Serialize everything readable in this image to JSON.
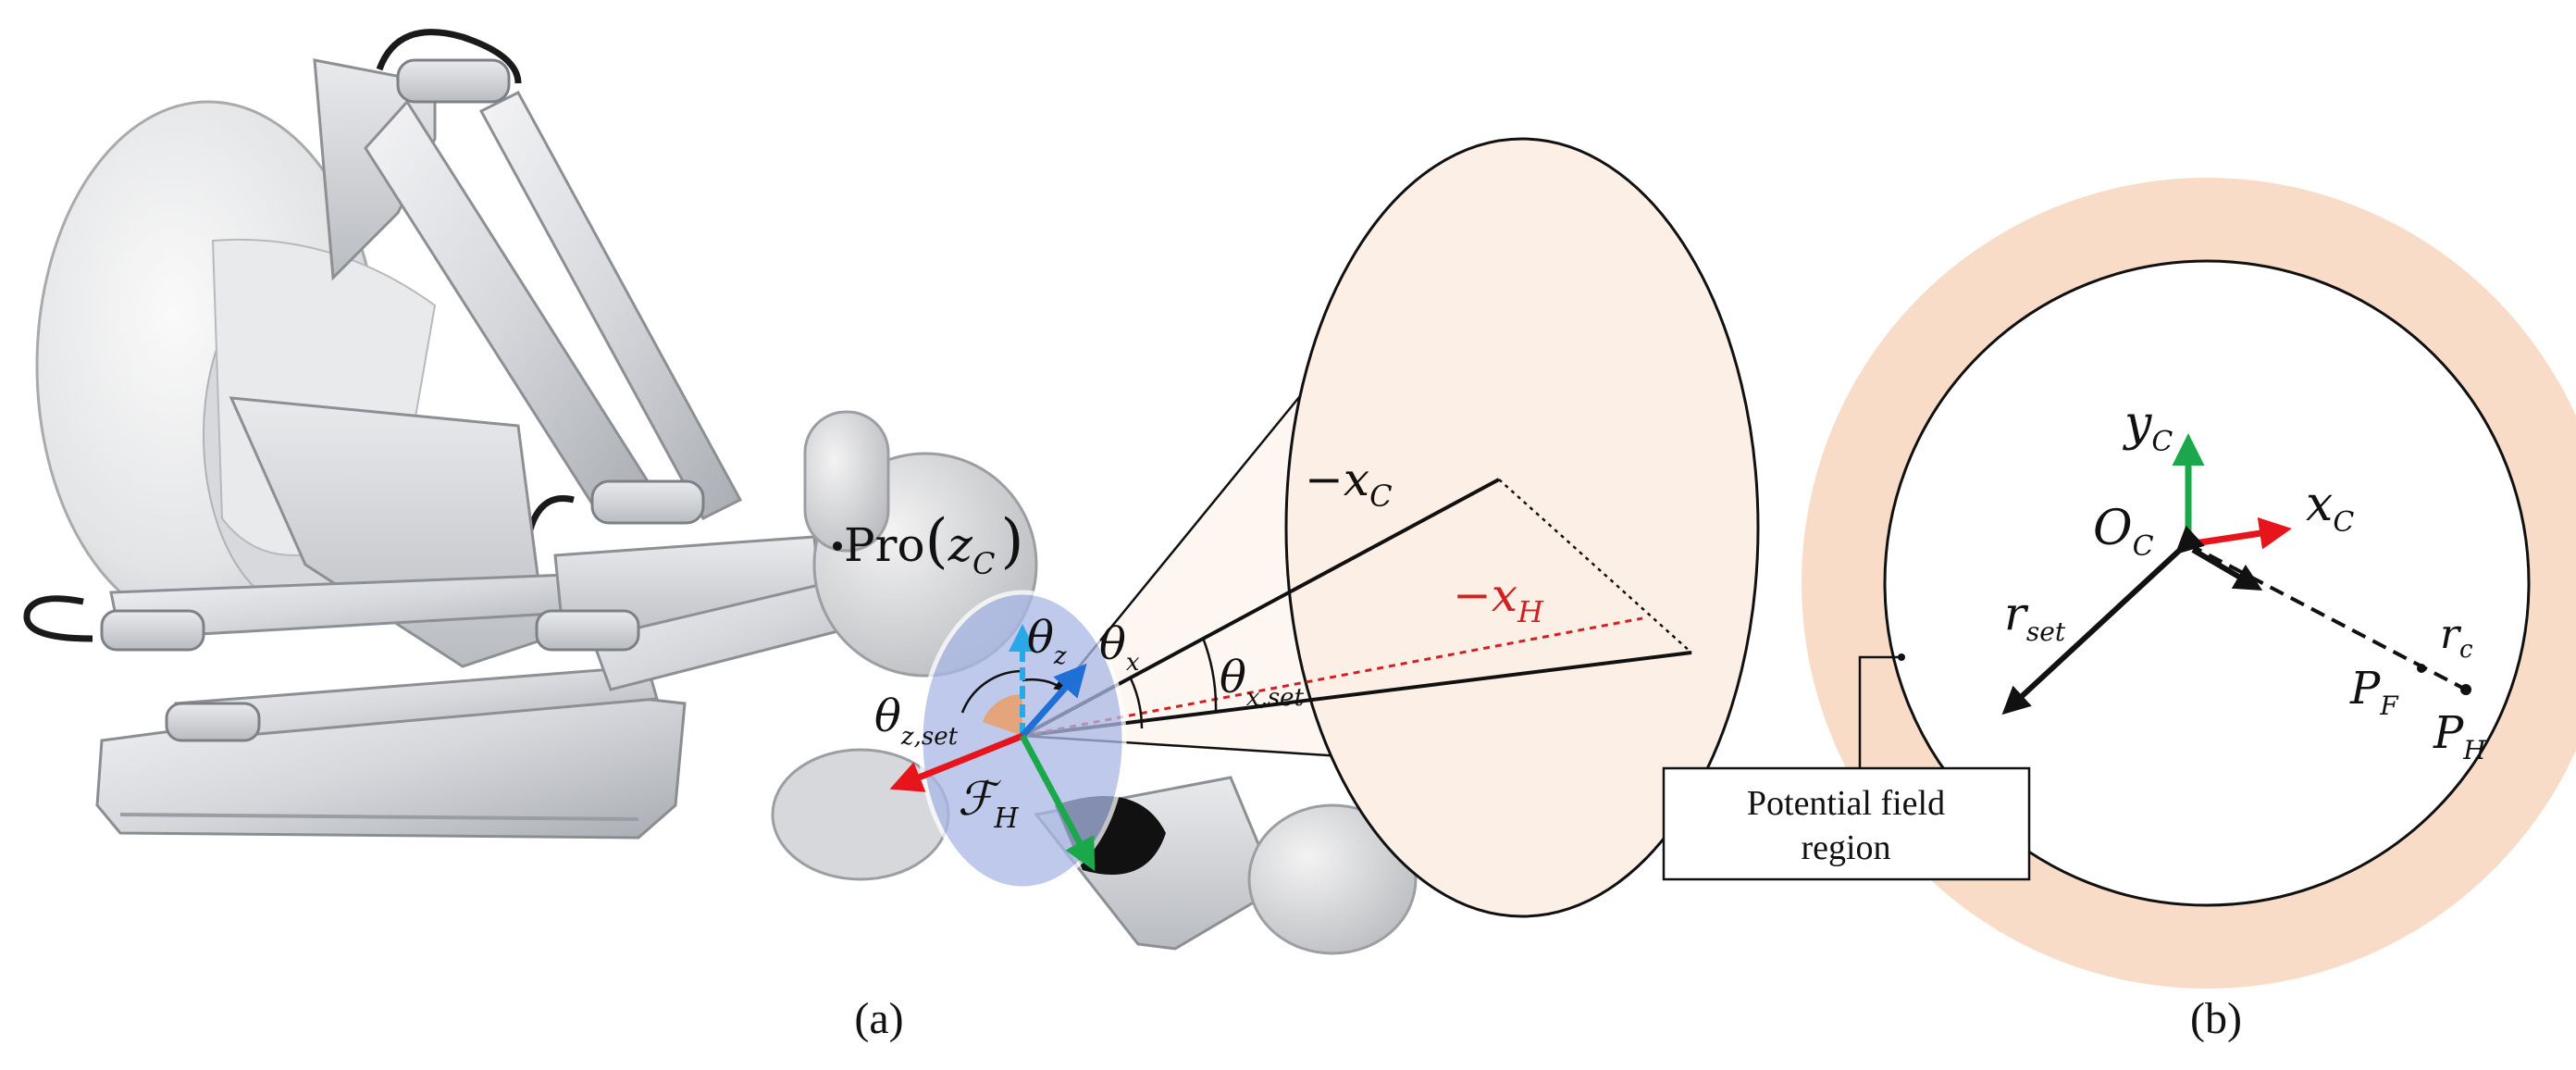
{
  "panel_a": {
    "caption": "(a)",
    "labels": {
      "pro_prefix": "Pro",
      "pro_var": "z",
      "pro_sub": "C",
      "neg_xc": "−x",
      "neg_xc_sub": "C",
      "neg_xh": "−x",
      "neg_xh_sub": "H",
      "theta_z": "θ",
      "theta_z_sub": "z",
      "theta_x": "θ",
      "theta_x_sub": "x",
      "theta_xset": "θ",
      "theta_xset_sub": "x,set",
      "theta_zset": "θ",
      "theta_zset_sub": "z,set",
      "frame": "ℱ",
      "frame_sub": "H"
    }
  },
  "panel_b": {
    "caption": "(b)",
    "labels": {
      "yc": "y",
      "yc_sub": "C",
      "xc": "x",
      "xc_sub": "C",
      "oc": "O",
      "oc_sub": "C",
      "rset": "r",
      "rset_sub": "set",
      "rc": "r",
      "rc_sub": "c",
      "pf": "P",
      "pf_sub": "F",
      "ph": "P",
      "ph_sub": "H"
    },
    "callout_line1": "Potential field",
    "callout_line2": "region"
  },
  "colors": {
    "field": "#f8dcc8",
    "cone": "#fcefe6",
    "red_axis": "#e8141c",
    "green_axis": "#1aa84a",
    "blue_axis": "#1f6fd6",
    "light_blue": "#29a8e8",
    "disk": "#a9b8e6",
    "orange_sector": "#e8a070",
    "neg_xh_color": "#d42020"
  }
}
